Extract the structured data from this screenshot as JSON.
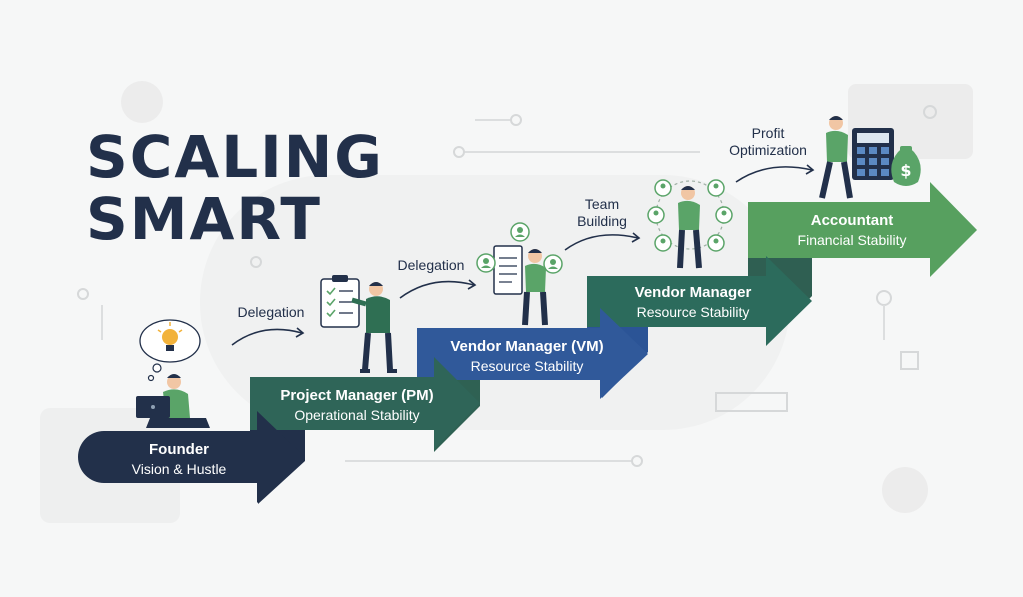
{
  "title": {
    "line1": "SCALING",
    "line2": "SMART"
  },
  "steps": [
    {
      "role": "Founder",
      "subtitle": "Vision & Hustle",
      "color": "#22304a"
    },
    {
      "role": "Project Manager (PM)",
      "subtitle": "Operational Stability",
      "color": "#2f6558"
    },
    {
      "role": "Vendor Manager (VM)",
      "subtitle": "Resource Stability",
      "color": "#30599a"
    },
    {
      "role": "Vendor Manager",
      "subtitle": "Resource Stability",
      "color": "#2c6b5c"
    },
    {
      "role": "Accountant",
      "subtitle": "Financial Stability",
      "color": "#57a05f"
    }
  ],
  "transitions": [
    {
      "label": "Delegation"
    },
    {
      "label": "Delegation"
    },
    {
      "line1": "Team",
      "line2": "Building"
    },
    {
      "line1": "Profit",
      "line2": "Optimization"
    }
  ],
  "icons": {
    "idea": "lightbulb-icon",
    "checklist": "clipboard-checklist-icon",
    "team": "team-network-icon",
    "calculator": "calculator-icon",
    "money": "money-bag-icon"
  },
  "colors": {
    "dark_navy": "#22304a",
    "teal_green": "#2f6558",
    "blue": "#30599a",
    "green": "#57a05f",
    "accent_green": "#5aa468"
  }
}
